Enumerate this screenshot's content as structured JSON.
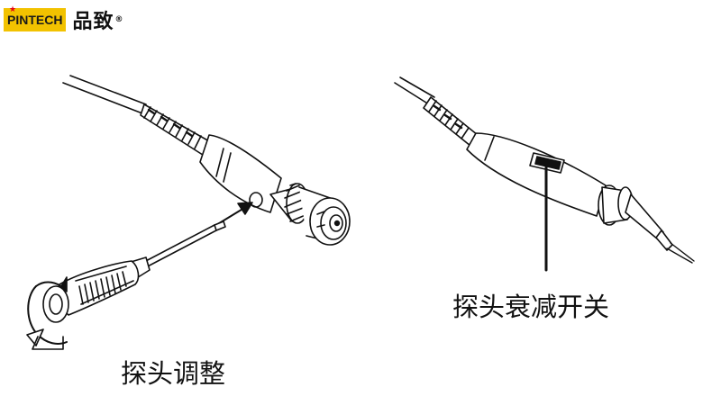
{
  "logo": {
    "brand_text": "PINTECH",
    "chinese_name": "品致",
    "registered_mark": "®"
  },
  "captions": {
    "probe_adjust": "探头调整",
    "attenuation_switch": "探头衰减开关"
  }
}
